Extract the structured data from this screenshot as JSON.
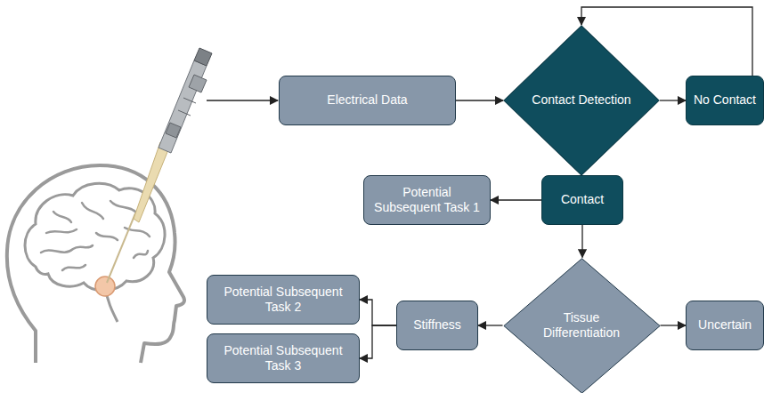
{
  "diagram": {
    "nodes": [
      {
        "text": [
          "Electrical Data"
        ]
      },
      {
        "text": [
          "Contact Detection"
        ]
      },
      {
        "text": [
          "No Contact"
        ]
      },
      {
        "text": [
          "Potential Subsequent Task 1"
        ]
      },
      {
        "text": [
          "Contact"
        ]
      },
      {
        "text": [
          "Potential Subsequent Task 2"
        ]
      },
      {
        "text": [
          "Stiffness"
        ]
      },
      {
        "text": [
          "Tissue Differentiation"
        ]
      },
      {
        "text": [
          "Uncertain"
        ]
      },
      {
        "text": [
          "Potential Subsequent Task 3"
        ]
      }
    ],
    "edges": [
      {
        "from": 0,
        "to": 1,
        "arrow": "to"
      },
      {
        "from": 1,
        "to": 2,
        "arrow": "to"
      },
      {
        "from": 2,
        "to": 1,
        "arrow": "to"
      },
      {
        "from": 1,
        "to": 4,
        "arrow": "to"
      },
      {
        "from": 4,
        "to": 3,
        "arrow": "to"
      },
      {
        "from": 4,
        "to": 7,
        "arrow": "to"
      },
      {
        "from": 7,
        "to": 6,
        "arrow": "to"
      },
      {
        "from": 7,
        "to": 8,
        "arrow": "to"
      },
      {
        "from": 6,
        "to": 5,
        "arrow": "to"
      },
      {
        "from": 6,
        "to": 9,
        "arrow": "to"
      }
    ]
  }
}
